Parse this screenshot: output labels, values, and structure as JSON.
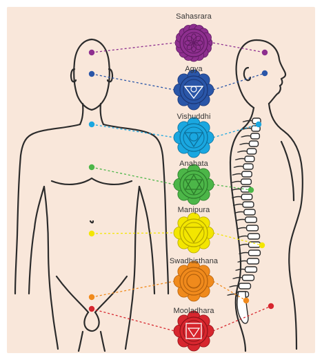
{
  "diagram": {
    "background_color": "#f9e7da",
    "outline_color": "#2b2b2b",
    "chakras": [
      {
        "id": "sahasrara",
        "label": "Sahasrara",
        "color": "#8e2f8f",
        "dark": "#5e1a60",
        "symbol": "lotus-icon"
      },
      {
        "id": "agya",
        "label": "Agya",
        "color": "#2a56a8",
        "dark": "#1b3674",
        "symbol": "eye-icon"
      },
      {
        "id": "vishuddhi",
        "label": "Vishuddhi",
        "color": "#1aa7e0",
        "dark": "#0d6f9a",
        "symbol": "circle-triangle-icon"
      },
      {
        "id": "anahata",
        "label": "Anahata",
        "color": "#4cb648",
        "dark": "#2b7a2a",
        "symbol": "hexagram-icon"
      },
      {
        "id": "manipura",
        "label": "Manipura",
        "color": "#f3e600",
        "dark": "#b3a400",
        "symbol": "triangle-icon"
      },
      {
        "id": "swadhisthana",
        "label": "Swadhisthana",
        "color": "#f08a1c",
        "dark": "#b3600c",
        "symbol": "crescent-icon"
      },
      {
        "id": "mooladhara",
        "label": "Mooladhara",
        "color": "#d7262e",
        "dark": "#8f1218",
        "symbol": "square-triangle-icon"
      }
    ]
  }
}
